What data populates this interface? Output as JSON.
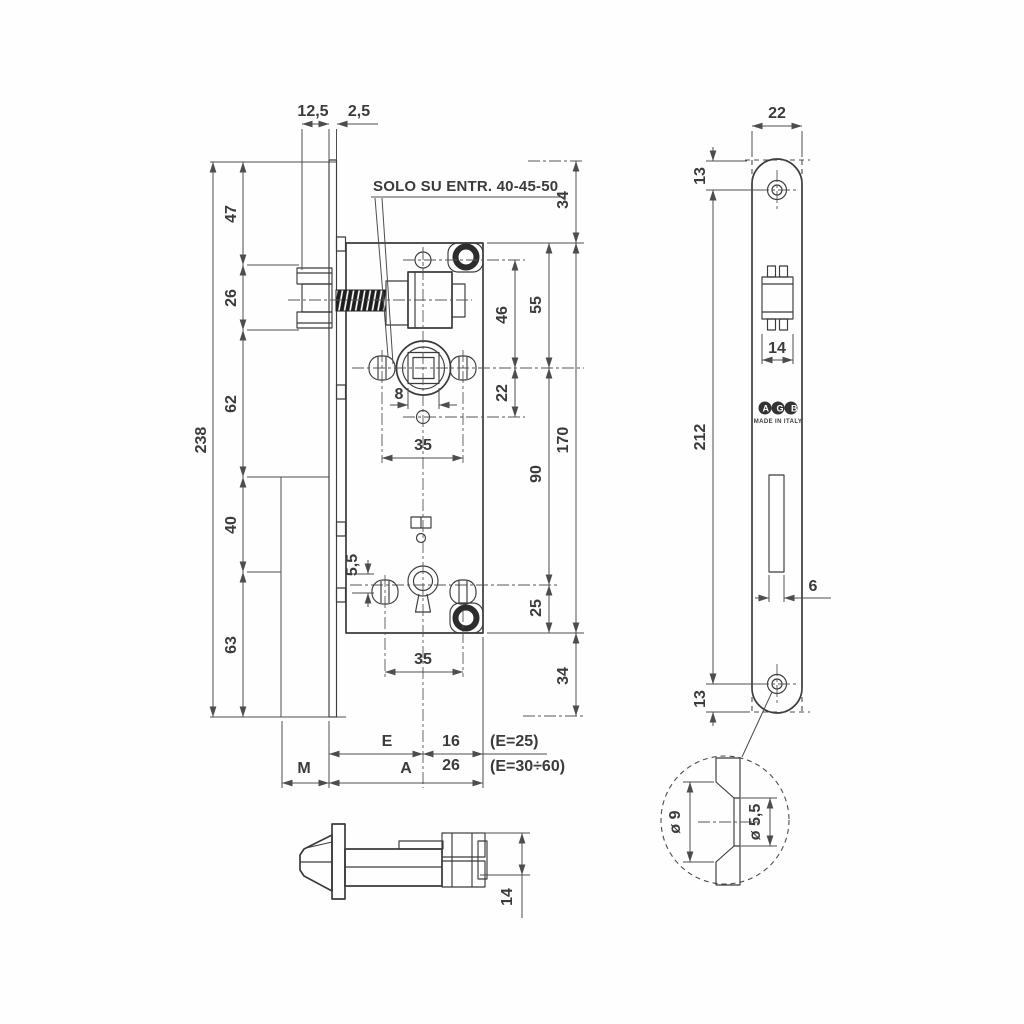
{
  "front_view": {
    "note": "SOLO SU ENTR. 40-45-50",
    "top_dims": {
      "offset": "12,5",
      "thickness": "2,5"
    },
    "left_dims": {
      "seg47": "47",
      "seg26": "26",
      "seg62": "62",
      "seg40": "40",
      "seg63": "63",
      "total": "238"
    },
    "right_dims": {
      "top34": "34",
      "d55": "55",
      "d46": "46",
      "d22": "22",
      "d90": "90",
      "d170": "170",
      "d25": "25",
      "bottom34": "34"
    },
    "inner_dims": {
      "d8": "8",
      "top35": "35",
      "d55mm": "5,5",
      "bottom35": "35"
    },
    "bottom_dims": {
      "e": "E",
      "d16": "16",
      "e25": "(E=25)",
      "d26": "26",
      "e3060": "(E=30÷60)",
      "m": "M",
      "a": "A"
    }
  },
  "faceplate_view": {
    "width22": "22",
    "top13": "13",
    "latch14": "14",
    "len212": "212",
    "slot6": "6",
    "bottom13": "13",
    "logo": "AGB",
    "made": "MADE IN ITALY"
  },
  "latch_view": {
    "h14": "14"
  },
  "detail": {
    "outer": "ø 9",
    "inner": "ø 5,5"
  }
}
